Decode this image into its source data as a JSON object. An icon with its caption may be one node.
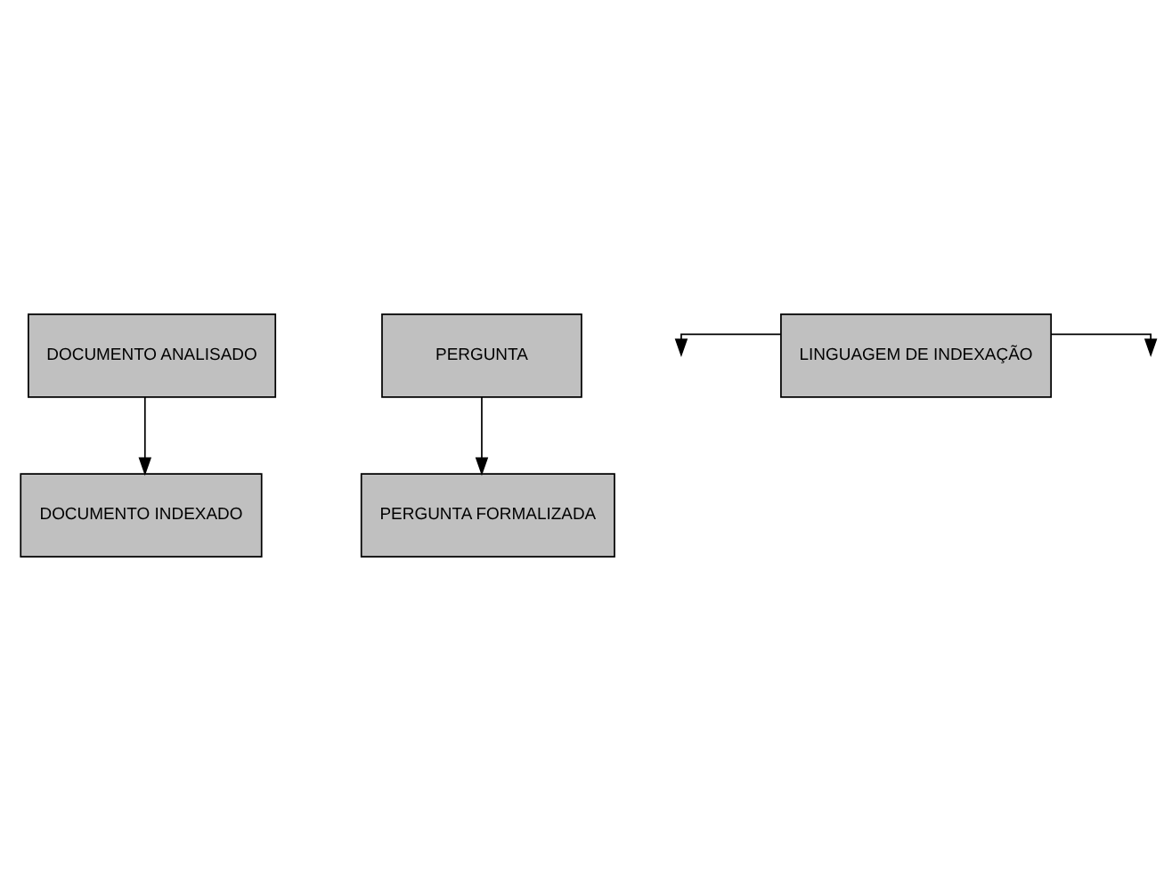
{
  "diagram": {
    "nodes": [
      {
        "text": [
          "DOCUMENTO ANALISADO"
        ]
      },
      {
        "text": [
          "PERGUNTA"
        ]
      },
      {
        "text": [
          "LINGUAGEM DE INDEXAÇÃO"
        ]
      },
      {
        "text": [
          "DOCUMENTO INDEXADO"
        ]
      },
      {
        "text": [
          "PERGUNTA FORMALIZADA"
        ]
      }
    ],
    "edges": [
      {
        "from": 0,
        "to": 3,
        "arrow": "to"
      },
      {
        "from": 1,
        "to": 4,
        "arrow": "to"
      },
      {
        "from": 2,
        "to": null,
        "arrow": "to"
      },
      {
        "from": 2,
        "to": null,
        "arrow": "to"
      }
    ]
  }
}
